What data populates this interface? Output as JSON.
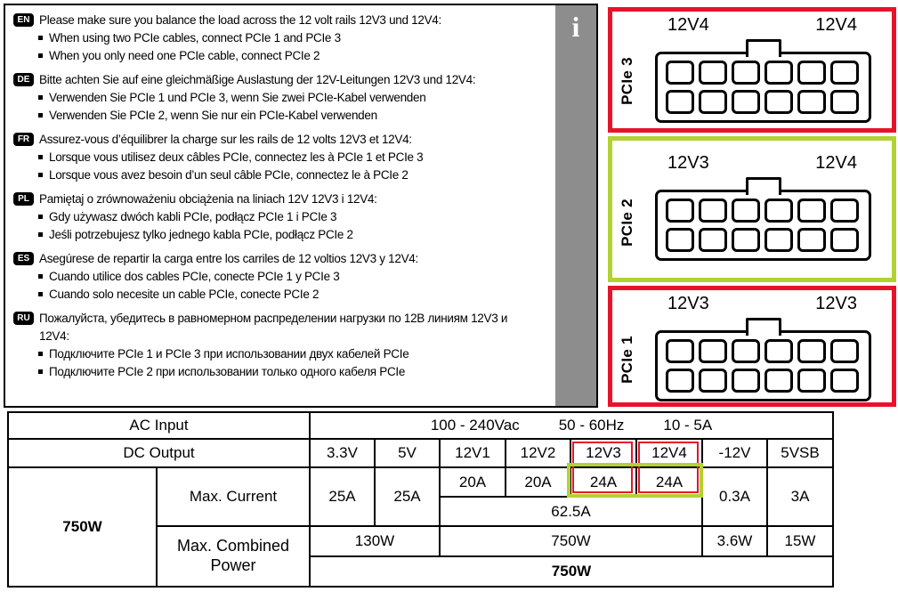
{
  "info_panel": {
    "info_icon": "i",
    "languages": [
      {
        "code": "EN",
        "intro": "Please make sure you balance the load across the 12 volt rails 12V3 und 12V4:",
        "bullets": [
          "When using two PCIe cables, connect PCIe 1 and PCIe 3",
          "When you only need one PCIe cable, connect PCIe 2"
        ]
      },
      {
        "code": "DE",
        "intro": "Bitte achten Sie auf eine gleichmäßige Auslastung der 12V-Leitungen 12V3 und 12V4:",
        "bullets": [
          "Verwenden Sie PCIe 1 und PCIe 3, wenn Sie zwei PCIe-Kabel verwenden",
          "Verwenden Sie PCIe 2, wenn Sie nur ein PCIe-Kabel verwenden"
        ]
      },
      {
        "code": "FR",
        "intro": "Assurez-vous d’équilibrer la charge sur les rails de 12 volts 12V3 et 12V4:",
        "bullets": [
          "Lorsque vous utilisez deux câbles PCIe, connectez les à PCIe 1 et PCIe 3",
          "Lorsque vous avez besoin d’un seul câble PCIe, connectez le à PCIe 2"
        ]
      },
      {
        "code": "PL",
        "intro": "Pamiętaj o zrównoważeniu obciążenia na liniach 12V 12V3 i 12V4:",
        "bullets": [
          "Gdy używasz dwóch kabli PCIe, podłącz PCIe 1 i PCIe 3",
          "Jeśli potrzebujesz tylko jednego kabla PCIe, podłącz PCIe 2"
        ]
      },
      {
        "code": "ES",
        "intro": "Asegúrese de repartir la carga entre los carriles de 12 voltios 12V3 y 12V4:",
        "bullets": [
          "Cuando utilice dos cables PCIe, conecte PCIe 1 y PCIe 3",
          "Cuando solo necesite un cable PCIe, conecte PCIe 2"
        ]
      },
      {
        "code": "RU",
        "intro": "Пожалуйста, убедитесь в равномерном распределении нагрузки по 12В линиям 12V3 и 12V4:",
        "bullets": [
          "Подключите PCIe 1 и PCIe 3 при использовании двух кабелей PCIe",
          "Подключите PCIe 2 при использовании только одного кабеля PCIe"
        ]
      }
    ]
  },
  "diagrams": [
    {
      "name": "PCIe 3",
      "left_rail": "12V4",
      "right_rail": "12V4",
      "border_color": "#e8132b"
    },
    {
      "name": "PCIe 2",
      "left_rail": "12V3",
      "right_rail": "12V4",
      "border_color": "#b2d233"
    },
    {
      "name": "PCIe 1",
      "left_rail": "12V3",
      "right_rail": "12V3",
      "border_color": "#e8132b"
    }
  ],
  "spec_table": {
    "ac_input_label": "AC Input",
    "ac_values": [
      "100 - 240Vac",
      "50 - 60Hz",
      "10 - 5A"
    ],
    "dc_output_label": "DC Output",
    "rail_headers": [
      "3.3V",
      "5V",
      "12V1",
      "12V2",
      "12V3",
      "12V4",
      "-12V",
      "5VSB"
    ],
    "wattage_label": "750W",
    "max_current_label": "Max. Current",
    "max_current_values": [
      "25A",
      "25A",
      "20A",
      "20A",
      "24A",
      "24A",
      "0.3A",
      "3A"
    ],
    "combined_12v_current": "62.5A",
    "max_combined_label": "Max. Combined Power",
    "combined_33_5": "130W",
    "combined_12v": "750W",
    "combined_neg12": "3.6W",
    "combined_5vsb": "15W",
    "total_power": "750W"
  },
  "colors": {
    "highlight_red": "#e8132b",
    "highlight_green": "#b2d233",
    "gray_bar": "#8d8d8d"
  }
}
